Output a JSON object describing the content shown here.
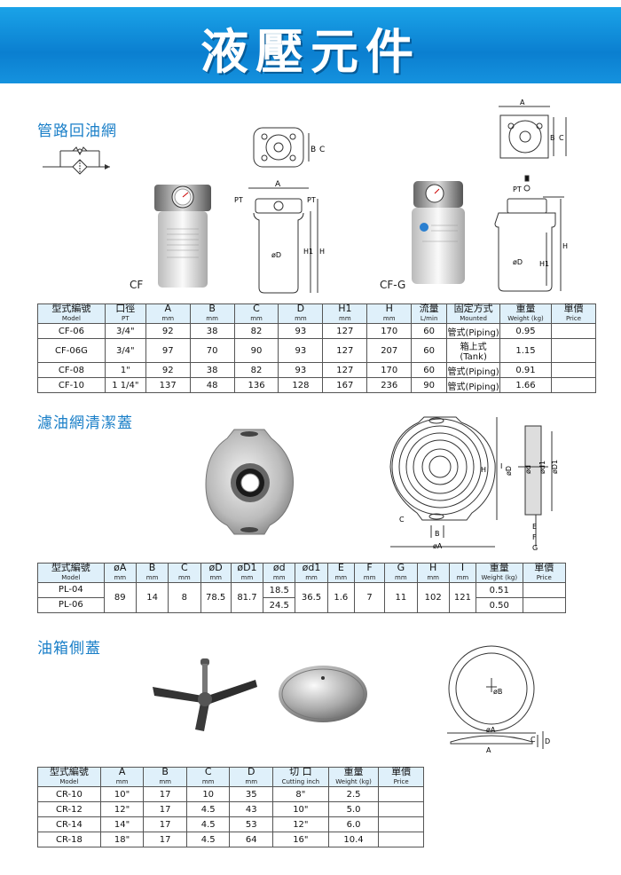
{
  "banner": {
    "title": "液壓元件"
  },
  "section1": {
    "title": "管路回油網",
    "label_cf": "CF",
    "label_cfg": "CF-G",
    "headers": [
      {
        "main": "型式編號",
        "unit": "Model"
      },
      {
        "main": "口徑",
        "unit": "PT"
      },
      {
        "main": "A",
        "unit": "mm"
      },
      {
        "main": "B",
        "unit": "mm"
      },
      {
        "main": "C",
        "unit": "mm"
      },
      {
        "main": "D",
        "unit": "mm"
      },
      {
        "main": "H1",
        "unit": "mm"
      },
      {
        "main": "H",
        "unit": "mm"
      },
      {
        "main": "流量",
        "unit": "L/min"
      },
      {
        "main": "固定方式",
        "unit": "Mounted"
      },
      {
        "main": "重量",
        "unit": "Weight (kg)"
      },
      {
        "main": "單價",
        "unit": "Price"
      }
    ],
    "rows": [
      [
        "CF-06",
        "3/4\"",
        "92",
        "38",
        "82",
        "93",
        "127",
        "170",
        "60",
        "管式(Piping)",
        "0.95",
        ""
      ],
      [
        "CF-06G",
        "3/4\"",
        "97",
        "70",
        "90",
        "93",
        "127",
        "207",
        "60",
        "箱上式(Tank)",
        "1.15",
        ""
      ],
      [
        "CF-08",
        "1\"",
        "92",
        "38",
        "82",
        "93",
        "127",
        "170",
        "60",
        "管式(Piping)",
        "0.91",
        ""
      ],
      [
        "CF-10",
        "1 1/4\"",
        "137",
        "48",
        "136",
        "128",
        "167",
        "236",
        "90",
        "管式(Piping)",
        "1.66",
        ""
      ]
    ]
  },
  "section2": {
    "title": "濾油網清潔蓋",
    "headers": [
      {
        "main": "型式編號",
        "unit": "Model"
      },
      {
        "main": "øA",
        "unit": "mm"
      },
      {
        "main": "B",
        "unit": "mm"
      },
      {
        "main": "C",
        "unit": "mm"
      },
      {
        "main": "øD",
        "unit": "mm"
      },
      {
        "main": "øD1",
        "unit": "mm"
      },
      {
        "main": "ød",
        "unit": "mm"
      },
      {
        "main": "ød1",
        "unit": "mm"
      },
      {
        "main": "E",
        "unit": "mm"
      },
      {
        "main": "F",
        "unit": "mm"
      },
      {
        "main": "G",
        "unit": "mm"
      },
      {
        "main": "H",
        "unit": "mm"
      },
      {
        "main": "I",
        "unit": "mm"
      },
      {
        "main": "重量",
        "unit": "Weight (kg)"
      },
      {
        "main": "單價",
        "unit": "Price"
      }
    ],
    "models": [
      "PL-04",
      "PL-06"
    ],
    "shared": {
      "A": "89",
      "B": "14",
      "C": "8",
      "D": "78.5",
      "D1": "81.7",
      "d1": "36.5",
      "E": "1.6",
      "F": "7",
      "G": "11",
      "H": "102",
      "I": "121"
    },
    "d_values": [
      "18.5",
      "24.5"
    ],
    "weights": [
      "0.51",
      "0.50"
    ]
  },
  "section3": {
    "title": "油箱側蓋",
    "headers": [
      {
        "main": "型式編號",
        "unit": "Model"
      },
      {
        "main": "A",
        "unit": "mm"
      },
      {
        "main": "B",
        "unit": "mm"
      },
      {
        "main": "C",
        "unit": "mm"
      },
      {
        "main": "D",
        "unit": "mm"
      },
      {
        "main": "切 口",
        "unit": "Cutting inch"
      },
      {
        "main": "重量",
        "unit": "Weight (kg)"
      },
      {
        "main": "單價",
        "unit": "Price"
      }
    ],
    "rows": [
      [
        "CR-10",
        "10\"",
        "17",
        "10",
        "35",
        "8\"",
        "2.5",
        ""
      ],
      [
        "CR-12",
        "12\"",
        "17",
        "4.5",
        "43",
        "10\"",
        "5.0",
        ""
      ],
      [
        "CR-14",
        "14\"",
        "17",
        "4.5",
        "53",
        "12\"",
        "6.0",
        ""
      ],
      [
        "CR-18",
        "18\"",
        "17",
        "4.5",
        "64",
        "16\"",
        "10.4",
        ""
      ]
    ]
  },
  "diagram_labels": {
    "A": "A",
    "B": "B",
    "C": "C",
    "D": "øD",
    "H": "H",
    "H1": "H1",
    "PT": "PT",
    "d": "ød",
    "d1": "ød1",
    "D1": "øD1",
    "E": "E",
    "F": "F",
    "G": "G",
    "I": "I",
    "Bc": "øB",
    "Ca": "C",
    "Da": "D",
    "Aa": "øA",
    "Ab": "A"
  }
}
